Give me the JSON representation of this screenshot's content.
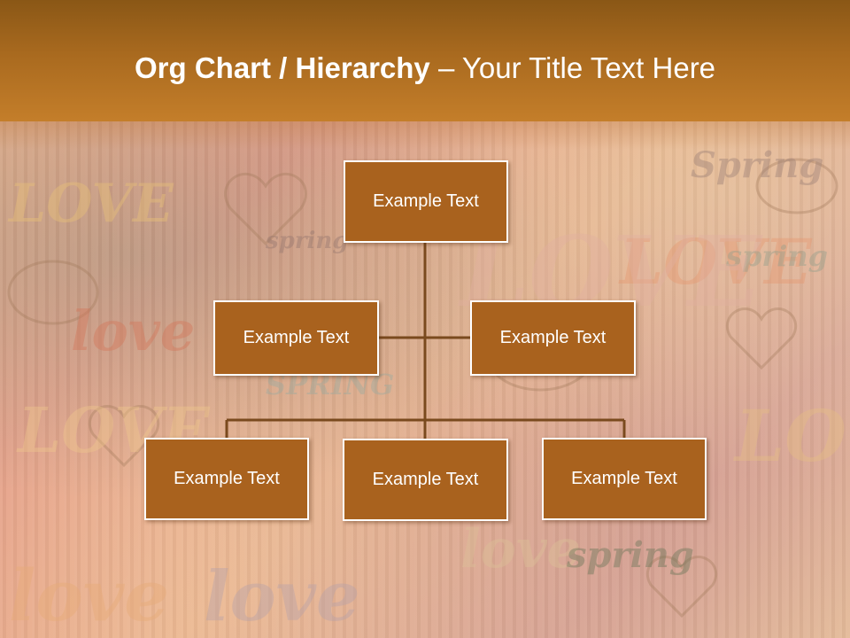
{
  "slide": {
    "title_bold": "Org Chart / Hierarchy",
    "title_dash": " – ",
    "title_rest": "Your Title Text Here"
  },
  "org_chart": {
    "root": {
      "label": "Example Text"
    },
    "assistants": [
      {
        "label": "Example Text"
      },
      {
        "label": "Example Text"
      }
    ],
    "children": [
      {
        "label": "Example Text"
      },
      {
        "label": "Example Text"
      },
      {
        "label": "Example Text"
      }
    ]
  },
  "colors": {
    "header": "#a96a1f",
    "node_fill": "#a9621e",
    "node_border": "#ffffff",
    "connector": "#7a4a1e"
  },
  "background_motif": [
    "love",
    "LOVE",
    "spring",
    "heart-icon"
  ]
}
